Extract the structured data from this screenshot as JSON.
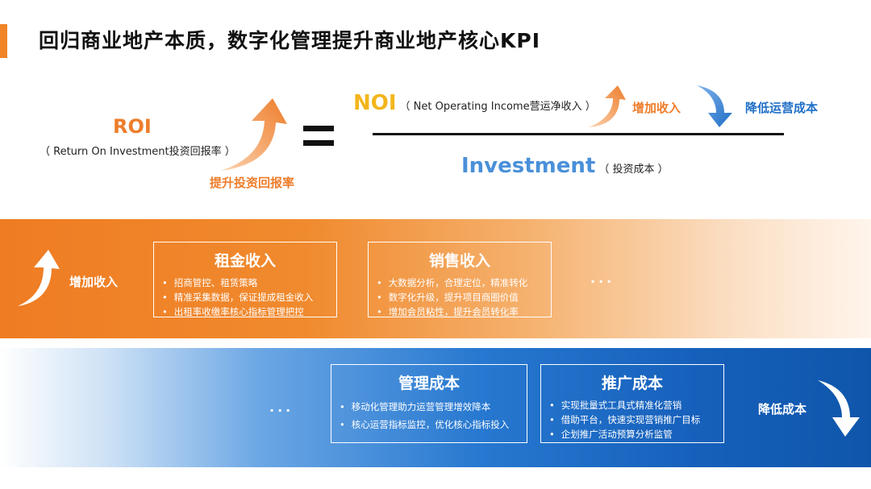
{
  "title": "回归商业地产本质，数字化管理提升商业地产核心KPI",
  "formula": {
    "roi_label": "ROI",
    "roi_sub": "（ Return On Investment投资回报率 ）",
    "roi_caption": "提升投资回报率",
    "noi_label": "NOI",
    "noi_sub": "（ Net Operating Income营运净收入 ）",
    "increase_label": "增加收入",
    "decrease_label": "降低运营成本",
    "investment_label": "Investment",
    "investment_sub": "（ 投资成本 ）"
  },
  "income_band": {
    "label": "增加收入",
    "boxes": [
      {
        "title": "租金收入",
        "items": [
          "招商管控、租赁策略",
          "精准采集数据，保证提成租金收入",
          "出租率收缴率核心指标管理把控"
        ]
      },
      {
        "title": "销售收入",
        "items": [
          "大数据分析，合理定位，精准转化",
          "数字化升级，提升项目商圈价值",
          "增加会员粘性，提升会员转化率"
        ]
      }
    ],
    "ellipsis": "..."
  },
  "cost_band": {
    "label": "降低成本",
    "boxes": [
      {
        "title": "管理成本",
        "items": [
          "移动化管理助力运营管理增效降本",
          "核心运营指标监控，优化核心指标投入"
        ]
      },
      {
        "title": "推广成本",
        "items": [
          "实现批量式工具式精准化营销",
          "借助平台，快速实现营销推广目标",
          "企划推广活动预算分析监管"
        ]
      }
    ],
    "ellipsis": "..."
  },
  "colors": {
    "orange": "#ee7d2b",
    "yellow": "#f2b51c",
    "blue": "#1f6fc7",
    "light_blue": "#4a90d9"
  }
}
